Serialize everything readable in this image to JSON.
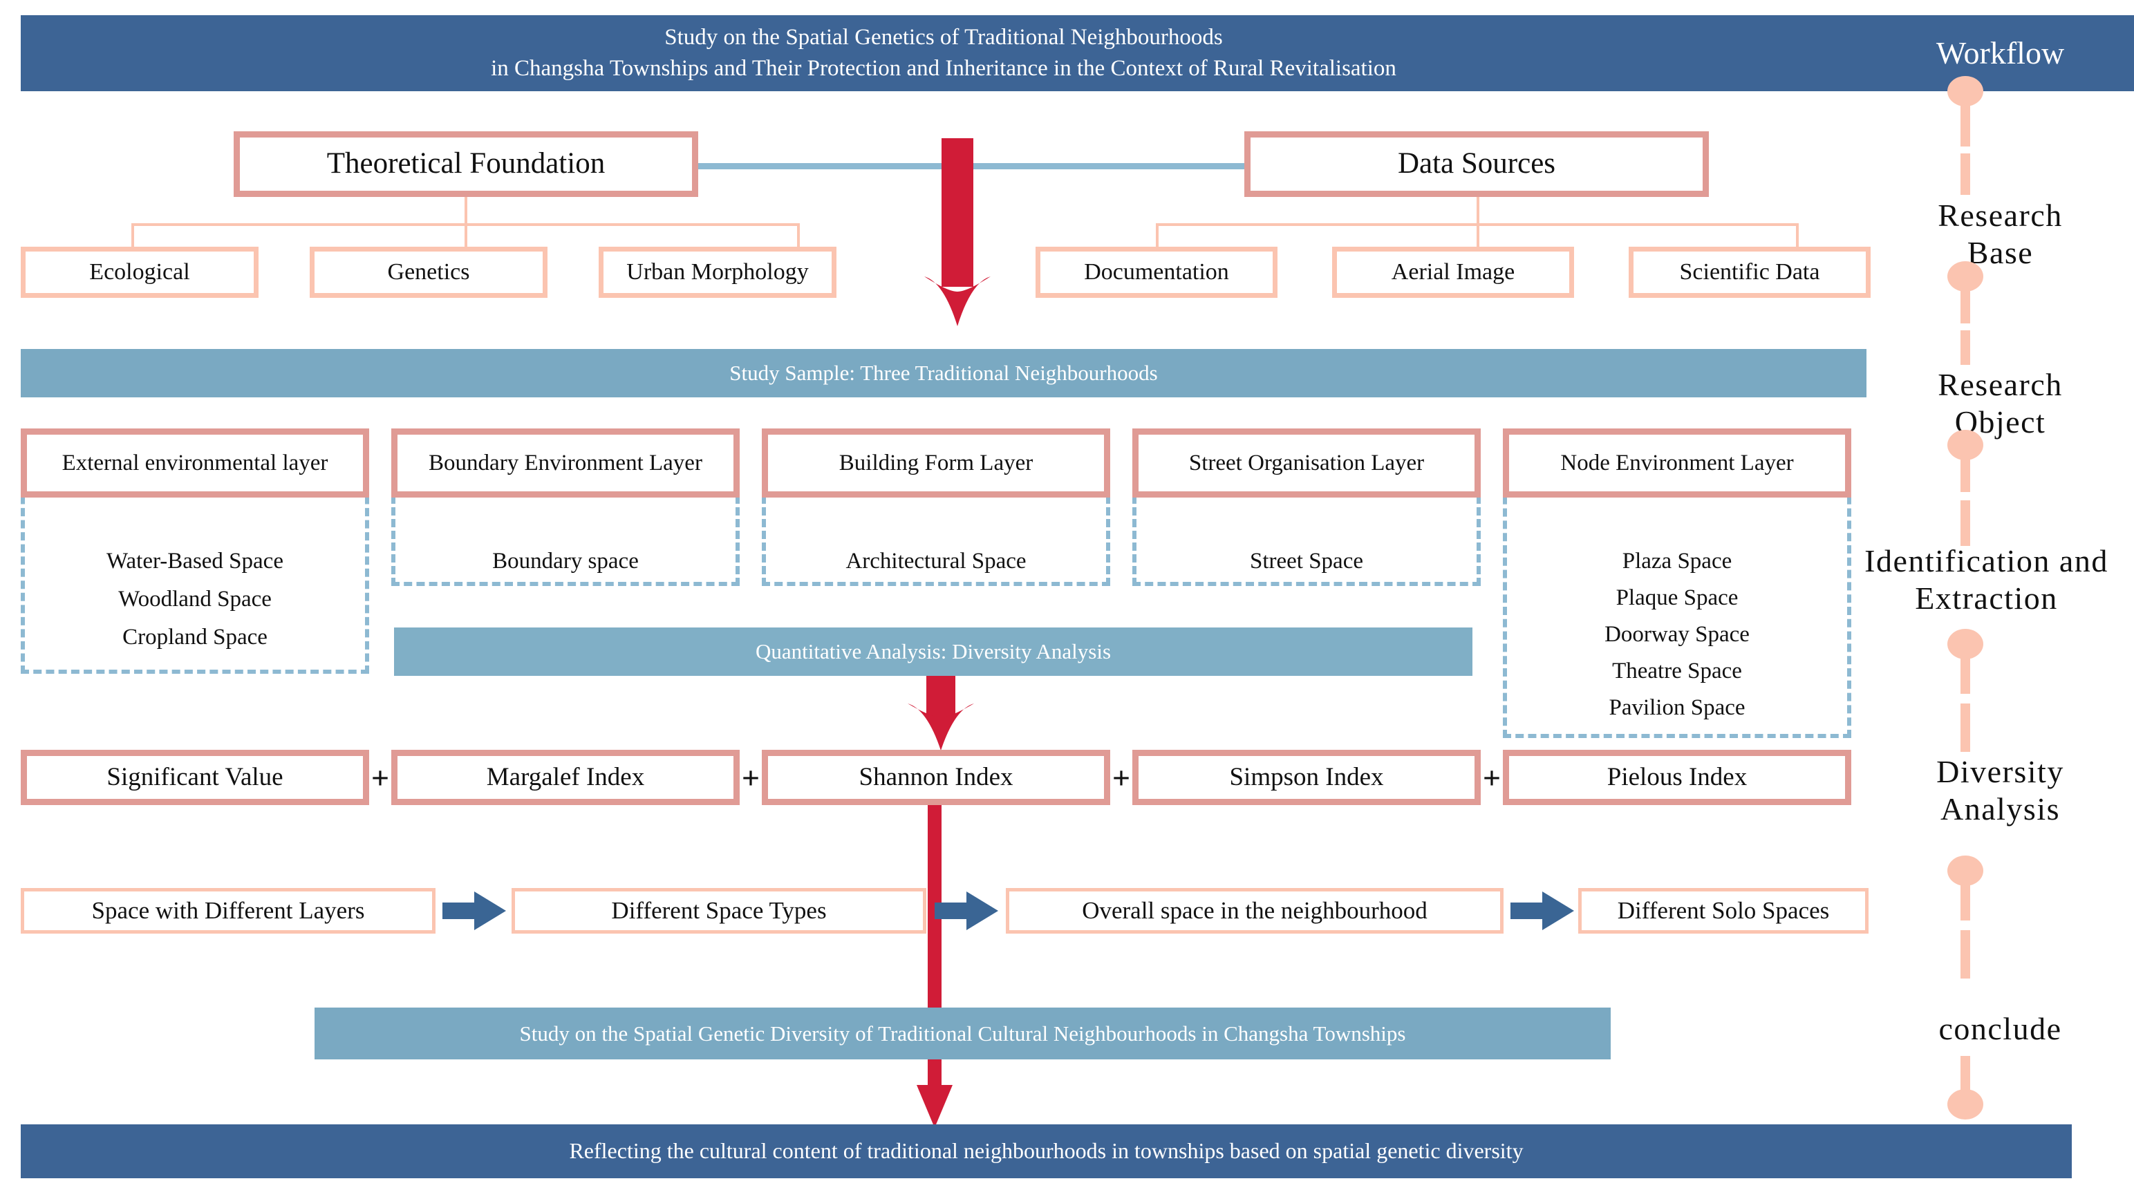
{
  "header": {
    "title_line1": "Study on the Spatial Genetics of Traditional Neighbourhoods",
    "title_line2": "in Changsha Townships and Their Protection and Inheritance in the Context of Rural Revitalisation",
    "workflow_label": "Workflow"
  },
  "colors": {
    "dark_blue": "#3d6495",
    "mid_blue": "#7aa9c2",
    "rose": "#e09b95",
    "salmon": "#fbc4b0",
    "red": "#d01c37",
    "dashed_blue": "#8db9d2",
    "arrow_blue": "#3a6594"
  },
  "research_base": {
    "left_parent": "Theoretical Foundation",
    "left_children": [
      "Ecological",
      "Genetics",
      "Urban Morphology"
    ],
    "right_parent": "Data Sources",
    "right_children": [
      "Documentation",
      "Aerial Image",
      "Scientific Data"
    ]
  },
  "study_sample_bar": "Study Sample: Three Traditional Neighbourhoods",
  "layers": [
    {
      "title": "External environmental layer",
      "items": [
        "Water-Based Space",
        "Woodland Space",
        "Cropland Space"
      ]
    },
    {
      "title": "Boundary Environment Layer",
      "items": [
        "Boundary space"
      ]
    },
    {
      "title": "Building Form Layer",
      "items": [
        "Architectural Space"
      ]
    },
    {
      "title": "Street Organisation Layer",
      "items": [
        "Street Space"
      ]
    },
    {
      "title": "Node Environment Layer",
      "items": [
        "Plaza Space",
        "Plaque Space",
        "Doorway Space",
        "Theatre Space",
        "Pavilion Space"
      ]
    }
  ],
  "quantitative_bar": "Quantitative Analysis: Diversity Analysis",
  "indices": {
    "items": [
      "Significant Value",
      "Margalef Index",
      "Shannon Index",
      "Simpson Index",
      "Pielous Index"
    ],
    "separator": "+"
  },
  "space_flow": {
    "items": [
      "Space with Different Layers",
      "Different Space Types",
      "Overall space in the neighbourhood",
      "Different Solo Spaces"
    ],
    "arrow_icon": "right-chevron-arrow"
  },
  "conclusion_bar": "Study on the Spatial Genetic Diversity of Traditional Cultural Neighbourhoods in Changsha Townships",
  "final_bar": "Reflecting the cultural content of traditional neighbourhoods in townships based on spatial genetic diversity",
  "timeline": {
    "stages": [
      {
        "line1": "Research",
        "line2": "Base"
      },
      {
        "line1": "Research",
        "line2": "Object"
      },
      {
        "line1": "Identification and",
        "line2": "Extraction"
      },
      {
        "line1": "Diversity",
        "line2": "Analysis"
      },
      {
        "line1": "conclude",
        "line2": ""
      }
    ]
  }
}
